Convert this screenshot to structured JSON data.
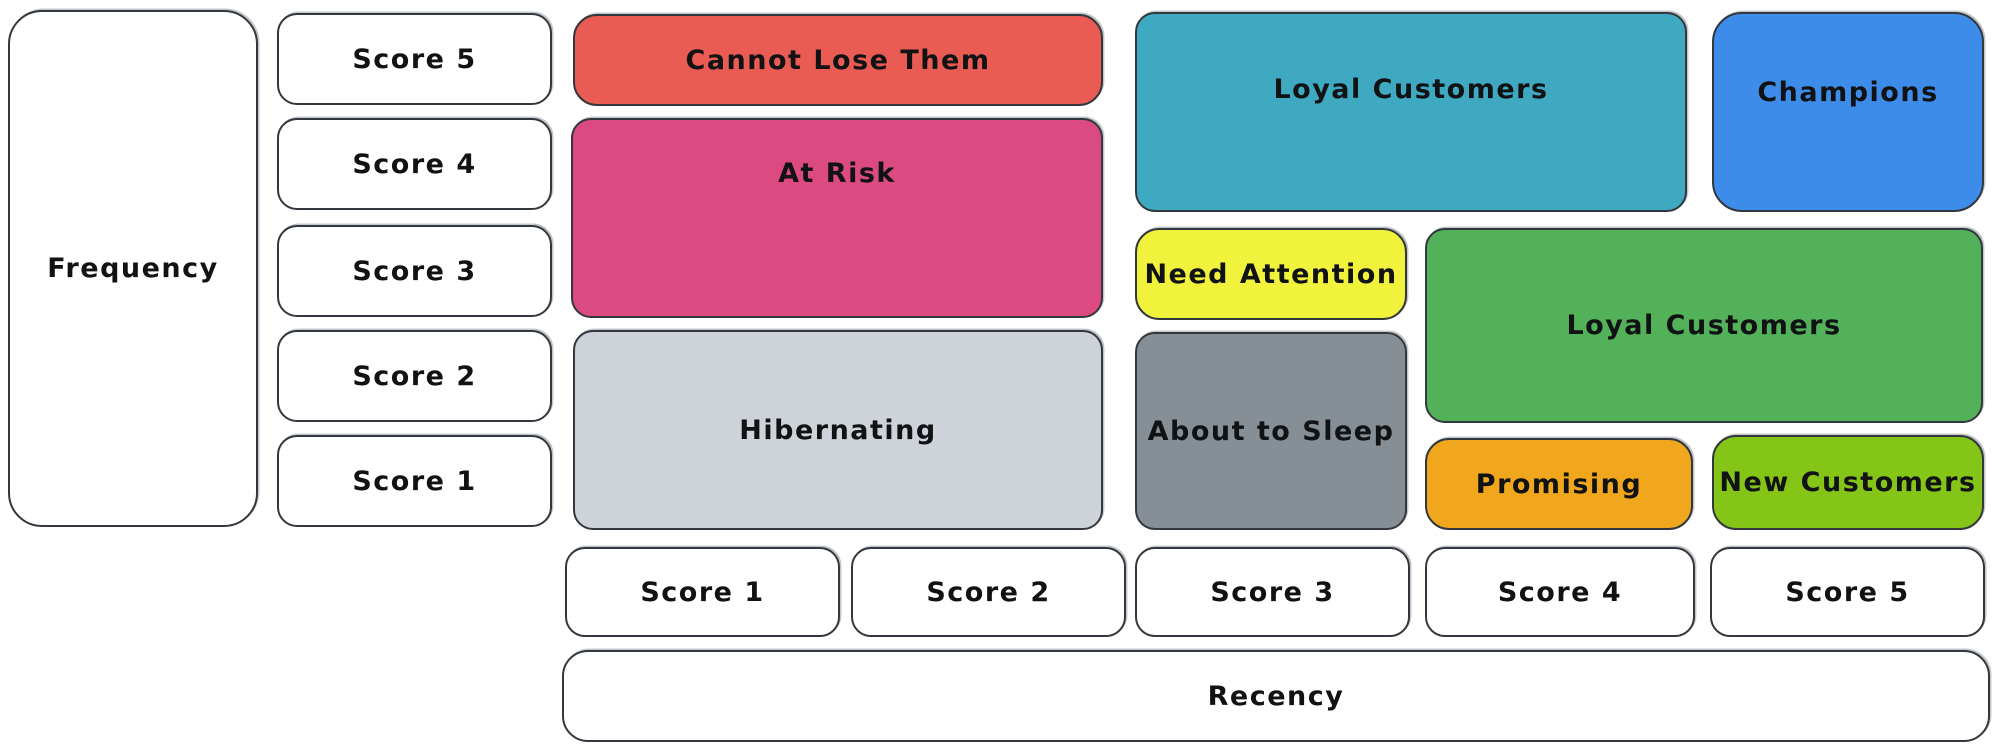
{
  "frequency_axis": {
    "label": "Frequency",
    "scores": [
      "Score 5",
      "Score 4",
      "Score 3",
      "Score 2",
      "Score 1"
    ]
  },
  "recency_axis": {
    "label": "Recency",
    "scores": [
      "Score 1",
      "Score 2",
      "Score 3",
      "Score 4",
      "Score 5"
    ]
  },
  "segments": [
    {
      "label": "Cannot Lose Them",
      "color": "#ea5b53"
    },
    {
      "label": "At Risk",
      "color": "#db4a80"
    },
    {
      "label": "Hibernating",
      "color": "#ced3d9"
    },
    {
      "label": "Loyal Customers",
      "color": "#3fa9c2"
    },
    {
      "label": "Champions",
      "color": "#3e8ce9"
    },
    {
      "label": "Need Attention",
      "color": "#f1f23b"
    },
    {
      "label": "Loyal Customers",
      "color": "#52b159"
    },
    {
      "label": "About to Sleep",
      "color": "#868e96"
    },
    {
      "label": "Promising",
      "color": "#f0a71d"
    },
    {
      "label": "New Customers",
      "color": "#85c517"
    }
  ],
  "colors": {
    "background": "#ffffff",
    "stroke": "#33383e",
    "text": "#101214"
  }
}
